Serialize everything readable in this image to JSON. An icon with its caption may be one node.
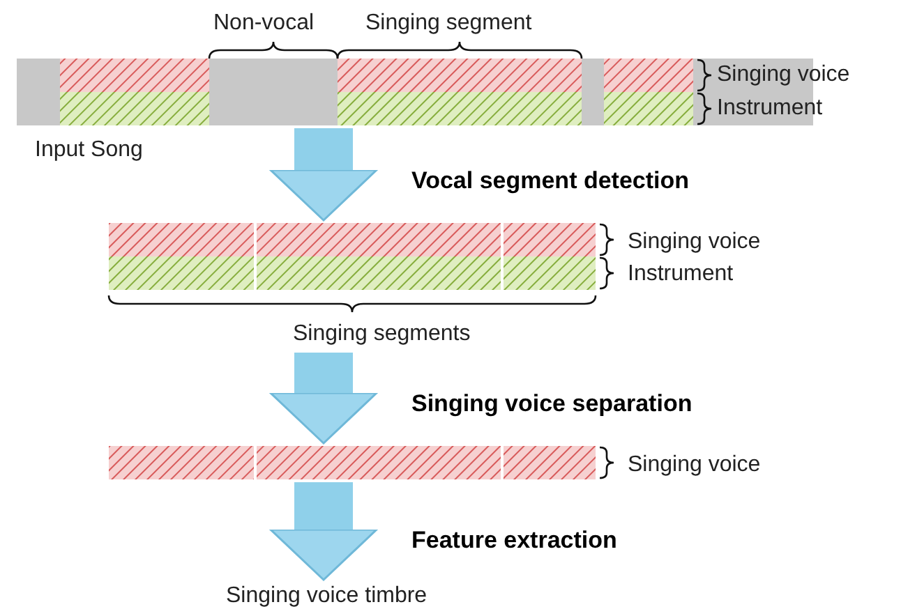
{
  "diagram": {
    "nodes": [
      {
        "text": [],
        "shape": "bar",
        "beside": [
          "Input Song"
        ]
      },
      {
        "text": [],
        "shape": "bar"
      },
      {
        "text": [],
        "shape": "bar"
      },
      {
        "text": [
          "Singing voice timbre"
        ]
      }
    ],
    "edges": [
      {
        "from": 0,
        "to": 1,
        "arrow": "to",
        "label": "Vocal segment detection"
      },
      {
        "from": 1,
        "to": 2,
        "arrow": "to",
        "label": "Singing voice separation"
      },
      {
        "from": 2,
        "to": 3,
        "arrow": "to",
        "label": "Feature extraction"
      }
    ],
    "labels": [
      "Non-vocal",
      "Singing segment",
      "Singing voice",
      "Instrument",
      "Singing voice",
      "Instrument",
      "Singing segments",
      "Singing voice"
    ]
  }
}
